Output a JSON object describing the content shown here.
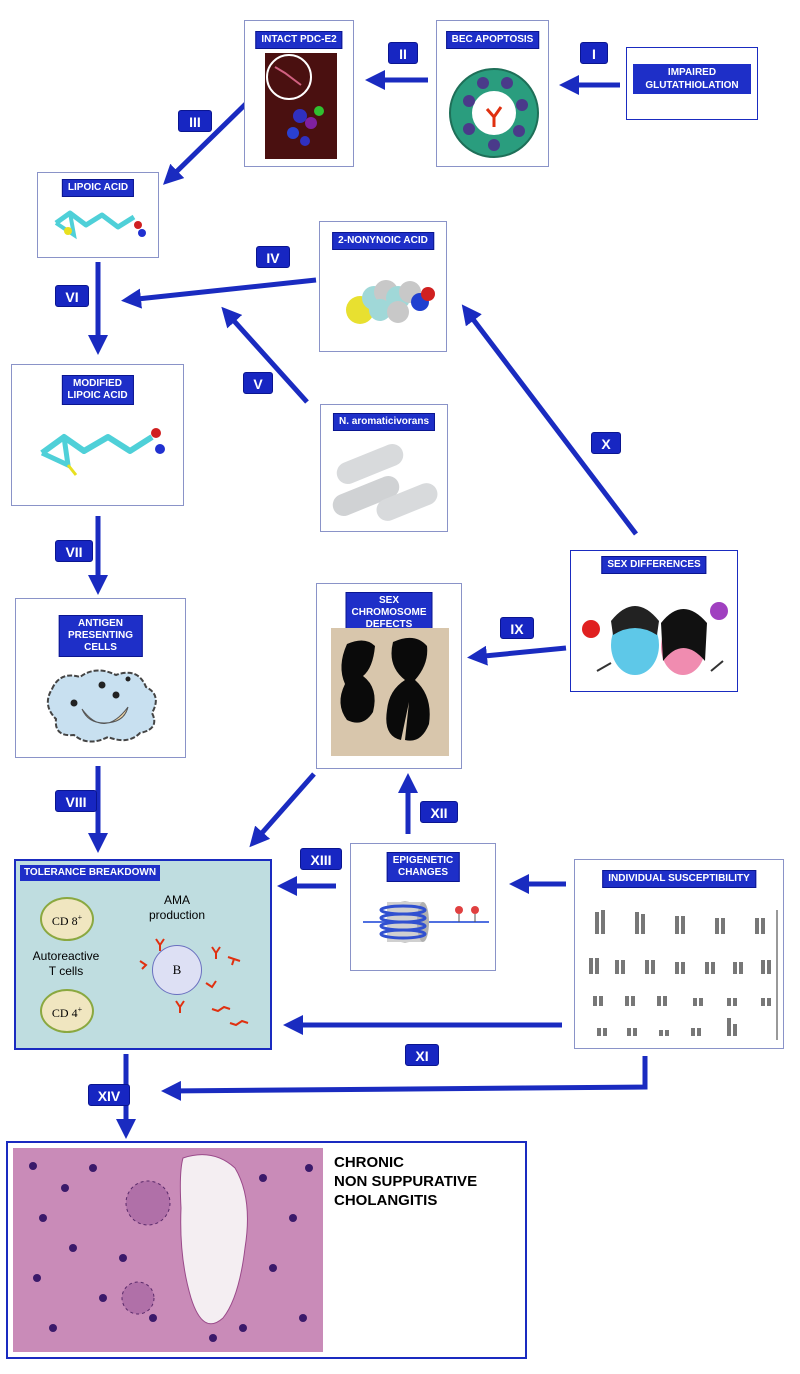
{
  "steps": {
    "impaired_glutathiolation": "IMPAIRED\nGLUTATHIOLATION",
    "bec_apoptosis": "BEC APOPTOSIS",
    "intact_pdc_e2": "INTACT PDC-E2",
    "lipoic_acid": "LIPOIC ACID",
    "nonynoic_acid": "2-NONYNOIC ACID",
    "modified_lipoic_acid": "MODIFIED\nLIPOIC ACID",
    "n_aromaticivorans": "N. aromaticivorans",
    "sex_differences": "SEX DIFFERENCES",
    "sex_chromosome_defects": "SEX CHROMOSOME\nDEFECTS",
    "antigen_presenting_cells": "ANTIGEN PRESENTING\nCELLS",
    "tolerance_breakdown": "TOLERANCE BREAKDOWN",
    "epigenetic_changes": "EPIGENETIC\nCHANGES",
    "individual_susceptibility": "INDIVIDUAL SUSCEPTIBILITY"
  },
  "tolerance": {
    "cd8": "CD 8",
    "cd4": "CD 4",
    "sup": "+",
    "autoreactive": "Autoreactive\nT cells",
    "ama": "AMA\nproduction",
    "b": "B"
  },
  "outcome": "CHRONIC\nNON SUPPURATIVE\nCHOLANGITIS",
  "roman": [
    "I",
    "II",
    "III",
    "IV",
    "V",
    "VI",
    "VII",
    "VIII",
    "IX",
    "X",
    "XI",
    "XII",
    "XIII",
    "XIV"
  ],
  "colors": {
    "arrow": "#1a2bc0",
    "label_bg": "#1e2fc8",
    "tolerance_bg": "#bfdde0",
    "histology": "#c98bb8"
  }
}
